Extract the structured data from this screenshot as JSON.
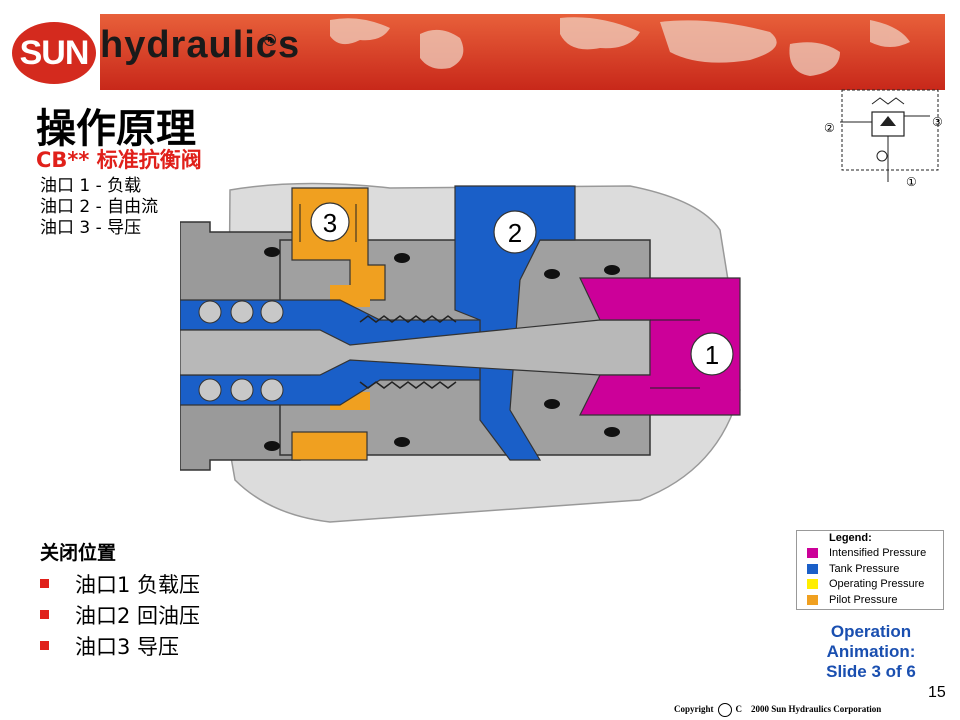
{
  "brand": {
    "logo_sun": "SUN",
    "logo_name": "hydraulics",
    "reg_mark": "R",
    "colors": {
      "red": "#d42a1e",
      "banner_red": "#e04a1e"
    }
  },
  "title": "操作原理",
  "subtitle": "CB** 标准抗衡阀",
  "ports": [
    "油口 1 - 负载",
    "油口 2 - 自由流",
    "油口 3 - 导压"
  ],
  "diagram": {
    "port_labels": [
      "3",
      "2",
      "1"
    ],
    "colors": {
      "intensified": "#cc0099",
      "tank": "#1a5fc8",
      "pilot": "#f0a020",
      "body": "#9a9a9a",
      "light": "#c8c8c8"
    }
  },
  "schematic": {
    "labels": [
      "②",
      "③",
      "①"
    ]
  },
  "closed": {
    "title": "关闭位置",
    "items": [
      "油口1 负载压",
      "油口2 回油压",
      "油口3 导压"
    ]
  },
  "legend": {
    "title": "Legend:",
    "items": [
      {
        "label": "Intensified Pressure",
        "color": "#cc0099"
      },
      {
        "label": "Tank Pressure",
        "color": "#1a5fc8"
      },
      {
        "label": "Operating Pressure",
        "color": "#ffee00"
      },
      {
        "label": "Pilot Pressure",
        "color": "#f0a020"
      }
    ]
  },
  "animation": {
    "line1": "Operation",
    "line2": "Animation:",
    "line3": "Slide 3 of 6"
  },
  "page_number": "15",
  "copyright": {
    "left": "Copyright",
    "mark": "C",
    "right": "2000 Sun Hydraulics Corporation"
  }
}
